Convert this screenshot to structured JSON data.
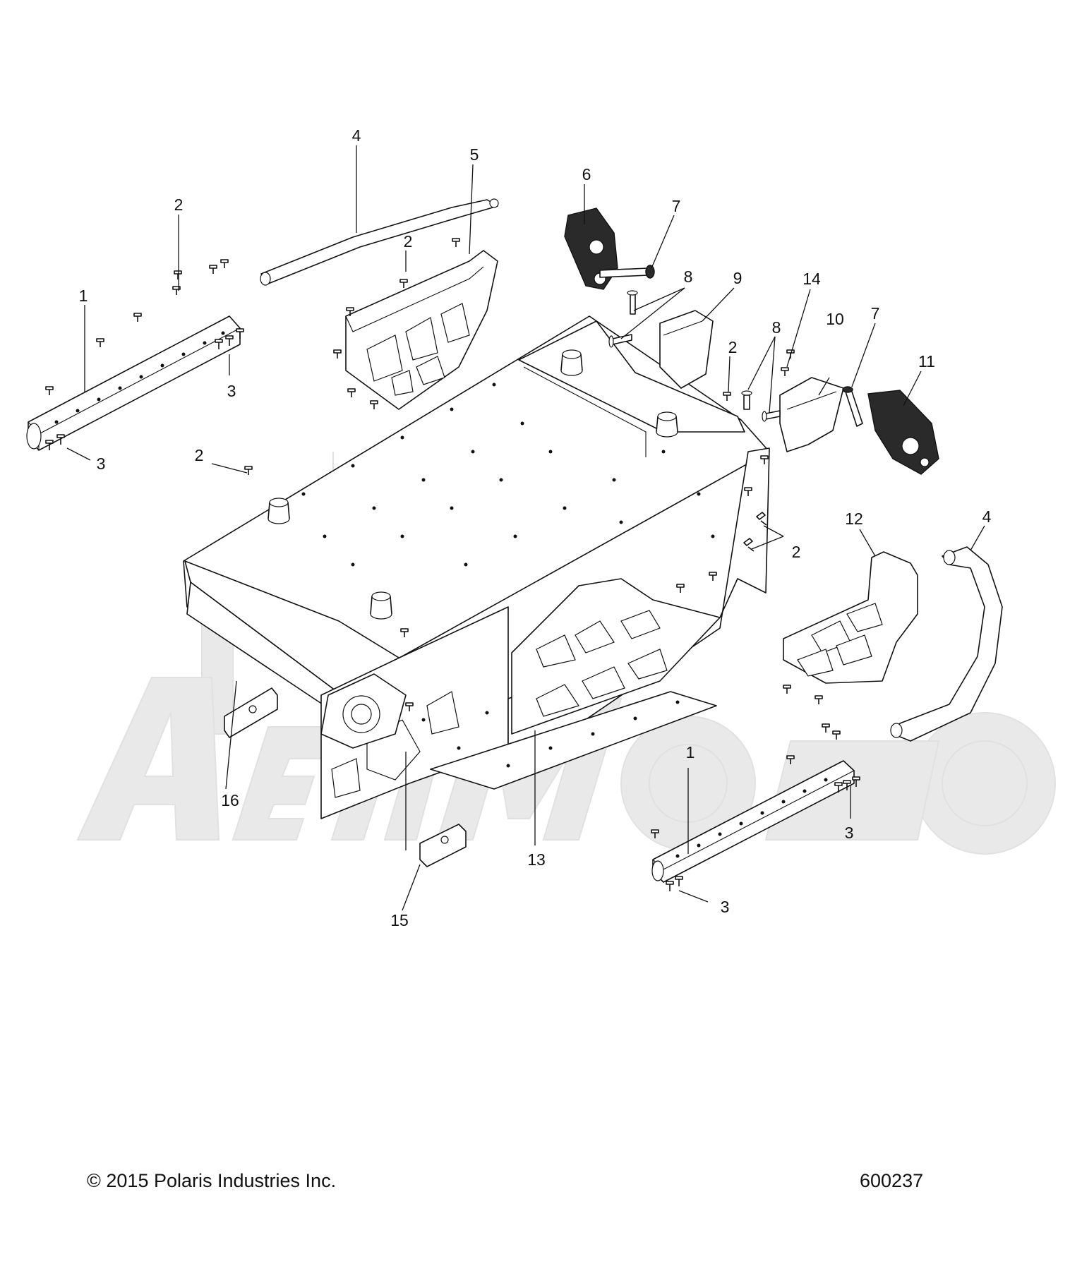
{
  "copyright": "© 2015 Polaris Industries Inc.",
  "diagram_id": "600237",
  "watermark_text": "AeMoto",
  "callouts": {
    "c1a": "1",
    "c1b": "1",
    "c2a": "2",
    "c2b": "2",
    "c2c": "2",
    "c2d": "2",
    "c2e": "2",
    "c3a": "3",
    "c3b": "3",
    "c3c": "3",
    "c3d": "3",
    "c4a": "4",
    "c4b": "4",
    "c5": "5",
    "c6": "6",
    "c7a": "7",
    "c7b": "7",
    "c8a": "8",
    "c8b": "8",
    "c9": "9",
    "c10": "10",
    "c11": "11",
    "c12": "12",
    "c13": "13",
    "c14": "14",
    "c15": "15",
    "c16": "16"
  },
  "colors": {
    "line": "#111111",
    "watermark": "#e6e6e6"
  }
}
